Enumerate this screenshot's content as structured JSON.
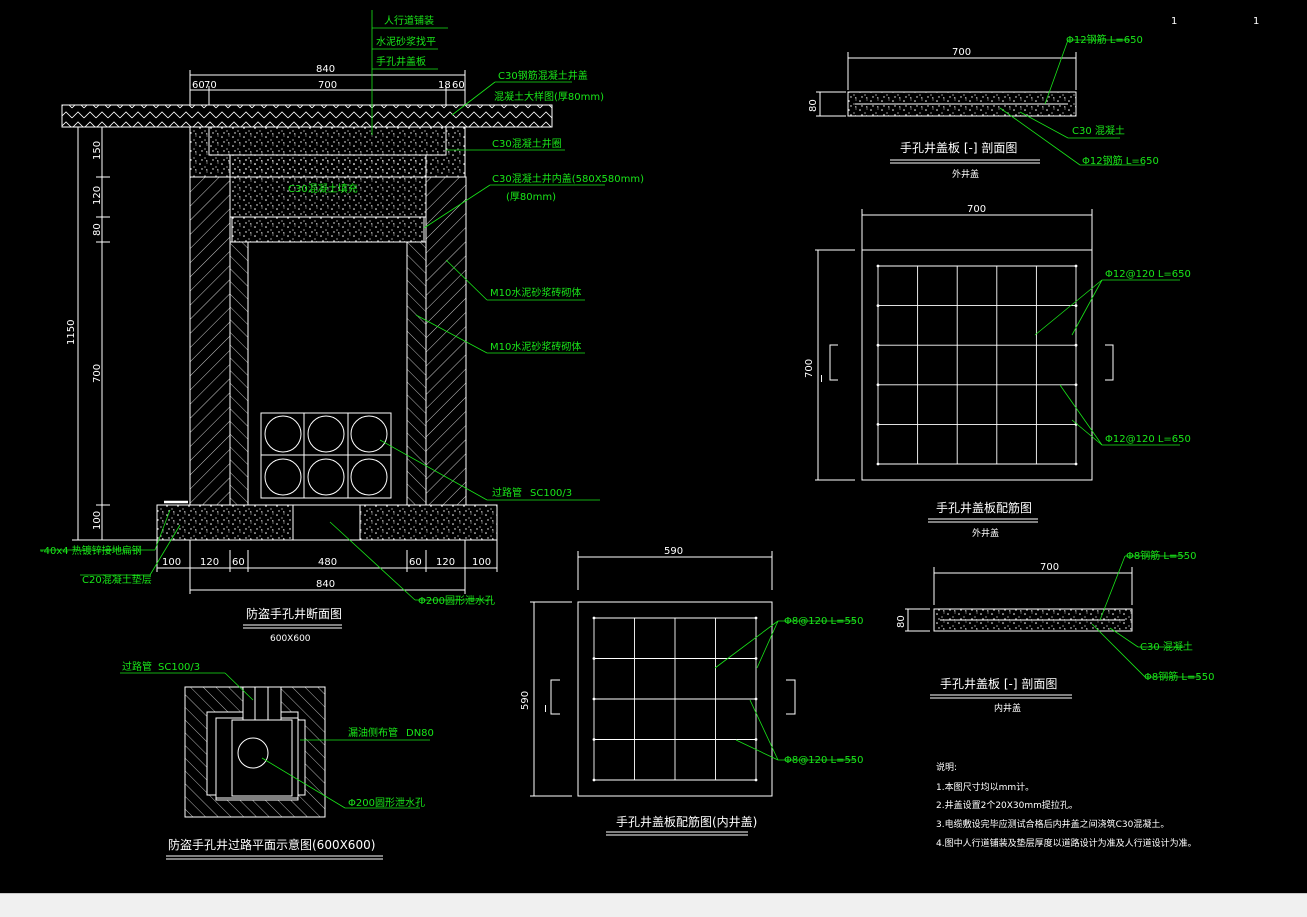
{
  "top_marks": [
    "1",
    "1"
  ],
  "section_view": {
    "labels": {
      "top1": "人行道铺装",
      "top2": "水泥砂浆找平",
      "top3": "手孔井盖板",
      "r1": "C30钢筋混凝土井盖",
      "r2": "混凝土大样图(厚80mm)",
      "r3": "C30混凝土井圈",
      "r4": "C30混凝土井内盖(580X580mm)",
      "r5": "(厚80mm)",
      "fill": "C30混凝土填充",
      "m10a": "M10水泥砂浆砖砌体",
      "m10b": "M10水泥砂浆砖砌体",
      "pipe": "过路管",
      "pipe_code": "SC100/3",
      "ground": "-40x4 热镀锌接地扁钢",
      "cushion": "C20混凝土垫层",
      "drain": "Φ200圆形泄水孔"
    },
    "dims_top": [
      "840",
      "60",
      "70",
      "700",
      "18",
      "60"
    ],
    "dims_left": [
      "150",
      "120",
      "80",
      "1150",
      "700",
      "100"
    ],
    "dims_bottom": [
      "100",
      "120",
      "60",
      "480",
      "60",
      "120",
      "100",
      "840"
    ],
    "title": "防盗手孔井断面图",
    "subtitle": "600X600"
  },
  "plan_view": {
    "pipe_label": "过路管",
    "pipe_code": "SC100/3",
    "drain_label": "漏油侧布管",
    "drain_code": "DN80",
    "hole_label": "Φ200圆形泄水孔",
    "title": "防盗手孔井过路平面示意图(600X600)"
  },
  "outer_section": {
    "dim": "700",
    "height": "80",
    "lbl_top": "Φ12钢筋 L=650",
    "lbl_mid": "C30 混凝土",
    "lbl_bot": "Φ12钢筋 L=650",
    "title": "手孔井盖板 [-] 剖面图",
    "subtitle": "外井盖"
  },
  "outer_rebar": {
    "dim_top": "700",
    "dim_left": "700",
    "lbl1": "Φ12@120 L=650",
    "lbl2": "Φ12@120 L=650",
    "sec_mark": "I",
    "title": "手孔井盖板配筋图",
    "subtitle": "外井盖"
  },
  "inner_rebar": {
    "dim_top": "590",
    "dim_left": "590",
    "lbl1": "Φ8@120 L=550",
    "lbl2": "Φ8@120 L=550",
    "sec_mark": "I",
    "title": "手孔井盖板配筋图(内井盖)"
  },
  "inner_section": {
    "dim": "700",
    "height": "80",
    "lbl_top": "Φ8钢筋 L=550",
    "lbl_mid": "C30 混凝土",
    "lbl_bot": "Φ8钢筋 L=550",
    "title": "手孔井盖板 [-] 剖面图",
    "subtitle": "内井盖"
  },
  "notes": {
    "heading": "说明:",
    "items": [
      "1.本图尺寸均以mm计。",
      "2.井盖设置2个20X30mm提拉孔。",
      "3.电缆敷设完毕应测试合格后内井盖之间浇筑C30混凝土。",
      "4.图中人行道铺装及垫层厚度以道路设计为准及人行道设计为准。"
    ]
  },
  "colors": {
    "background": "#000000",
    "line": "#ffffff",
    "annotation": "#19e619"
  }
}
